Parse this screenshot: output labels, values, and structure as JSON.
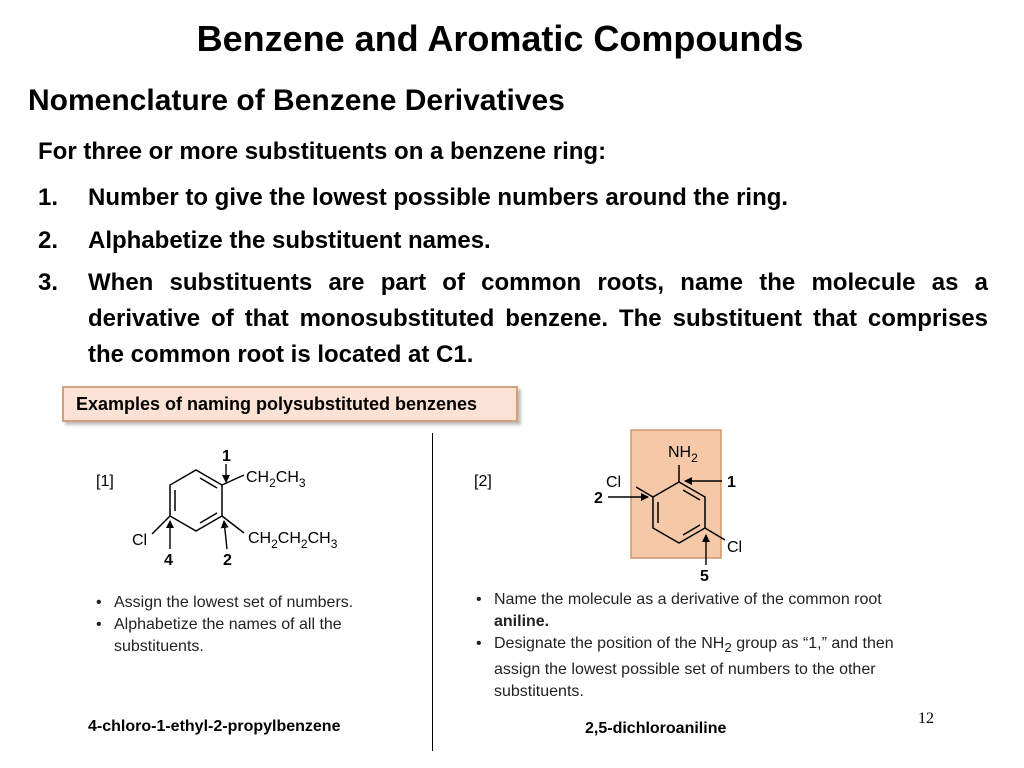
{
  "title": "Benzene and Aromatic Compounds",
  "subtitle": "Nomenclature of Benzene Derivatives",
  "intro": "For three or more substituents on a benzene ring:",
  "rules": [
    {
      "num": "1.",
      "text": "Number to give the lowest possible numbers around the ring."
    },
    {
      "num": "2.",
      "text": "Alphabetize the substituent names."
    },
    {
      "num": "3.",
      "text": "When substituents are part of common roots, name the molecule as a derivative of that monosubstituted benzene. The substituent that comprises the common root is located at C1."
    }
  ],
  "examples_header": "Examples of naming polysubstituted benzenes",
  "colors": {
    "highlight_fill": "#f5c9a8",
    "highlight_border": "#d4956a",
    "header_fill": "#fbe2d4"
  },
  "example1": {
    "tag": "[1]",
    "labels": {
      "ethyl_base": "CH",
      "ethyl_sub": "2",
      "ethyl_tail": "CH",
      "ethyl_sub2": "3",
      "propyl": [
        "CH",
        "2",
        "CH",
        "2",
        "CH",
        "3"
      ],
      "cl": "Cl"
    },
    "numbers": {
      "top": "1",
      "bottom_left": "4",
      "bottom_right": "2"
    },
    "bullets": [
      "Assign the lowest set of numbers.",
      "Alphabetize the names of all the substituents."
    ],
    "name": "4-chloro-1-ethyl-2-propylbenzene"
  },
  "example2": {
    "tag": "[2]",
    "labels": {
      "nh": "NH",
      "nh_sub": "2",
      "cl_top": "Cl",
      "cl_bottom": "Cl"
    },
    "numbers": {
      "left": "2",
      "right": "1",
      "bottom": "5"
    },
    "bullet1_pre": "Name the molecule as a derivative of the common root ",
    "bullet1_bold": "aniline.",
    "bullet2_pre": "Designate the position of the NH",
    "bullet2_sub": "2",
    "bullet2_post": " group as “1,” and then assign the lowest possible set of numbers to the other substituents.",
    "name": "2,5-dichloroaniline"
  },
  "page_number": "12"
}
